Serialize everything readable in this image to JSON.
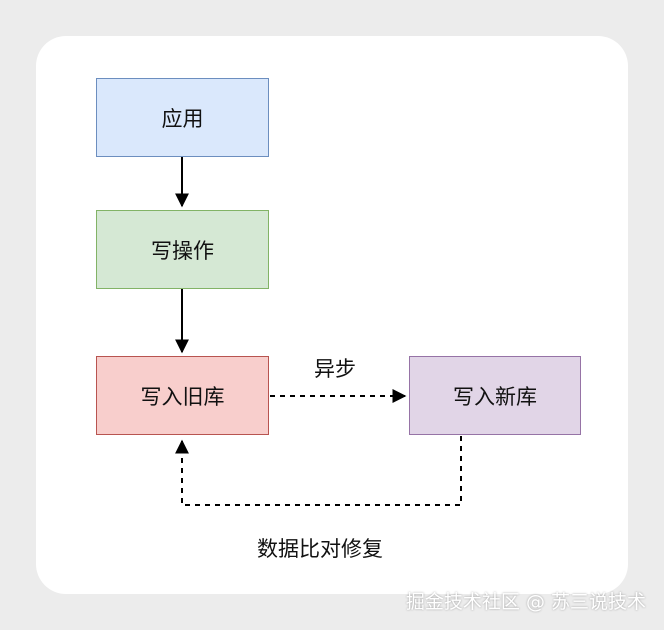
{
  "diagram": {
    "nodes": {
      "app": {
        "label": "应用",
        "fill": "#dae8fc",
        "stroke": "#6c8ebf"
      },
      "write_op": {
        "label": "写操作",
        "fill": "#d5e8d4",
        "stroke": "#82b366"
      },
      "write_old": {
        "label": "写入旧库",
        "fill": "#f8cecc",
        "stroke": "#b85450"
      },
      "write_new": {
        "label": "写入新库",
        "fill": "#e1d5e7",
        "stroke": "#9673a6"
      }
    },
    "edges": {
      "async": {
        "label": "异步",
        "style": "dashed"
      },
      "repair": {
        "label": "数据比对修复",
        "style": "dashed"
      }
    }
  },
  "watermark": {
    "text": "掘金技术社区 @ 苏三说技术"
  }
}
